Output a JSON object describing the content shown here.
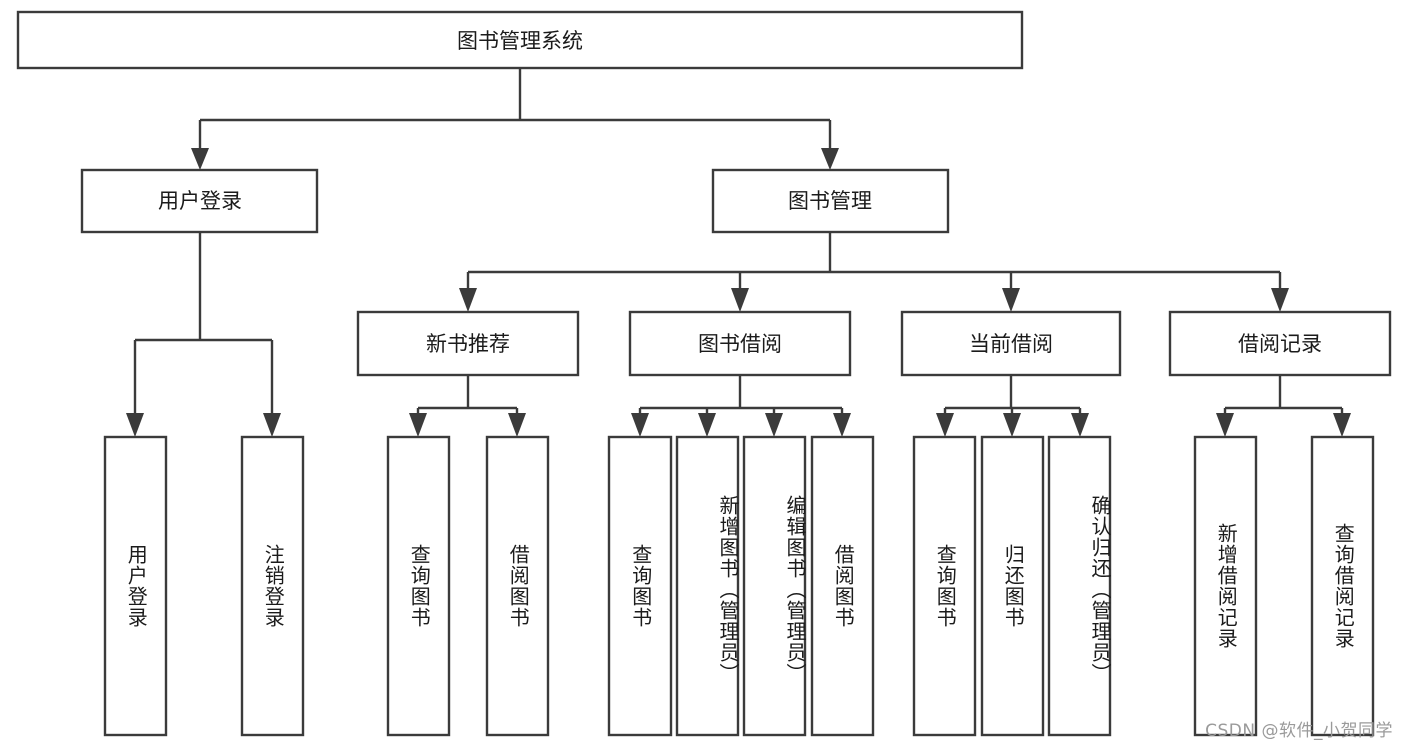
{
  "diagram": {
    "title": "图书管理系统",
    "type": "tree-hierarchy-chart",
    "orientation": "top-down",
    "colors": {
      "stroke": "#3b3b3b",
      "fill": "#ffffff",
      "text": "#1b1b1b",
      "watermark": "#9a9a9a"
    },
    "root": {
      "label": "图书管理系统"
    },
    "level2": [
      {
        "label": "用户登录"
      },
      {
        "label": "图书管理"
      }
    ],
    "level3": [
      {
        "label": "新书推荐"
      },
      {
        "label": "图书借阅"
      },
      {
        "label": "当前借阅"
      },
      {
        "label": "借阅记录"
      }
    ],
    "leaves": {
      "user_login": [
        {
          "label": "用户登录"
        },
        {
          "label": "注销登录"
        }
      ],
      "new_book_recommend": [
        {
          "label": "查询图书"
        },
        {
          "label": "借阅图书"
        }
      ],
      "book_borrow": [
        {
          "label": "查询图书"
        },
        {
          "label": "新增图书（管理员）"
        },
        {
          "label": "编辑图书（管理员）"
        },
        {
          "label": "借阅图书"
        }
      ],
      "current_borrow": [
        {
          "label": "查询图书"
        },
        {
          "label": "归还图书"
        },
        {
          "label": "确认归还（管理员）"
        }
      ],
      "borrow_record": [
        {
          "label": "新增借阅记录"
        },
        {
          "label": "查询借阅记录"
        }
      ]
    }
  },
  "watermark": {
    "text": "CSDN @软件_小贺同学"
  }
}
